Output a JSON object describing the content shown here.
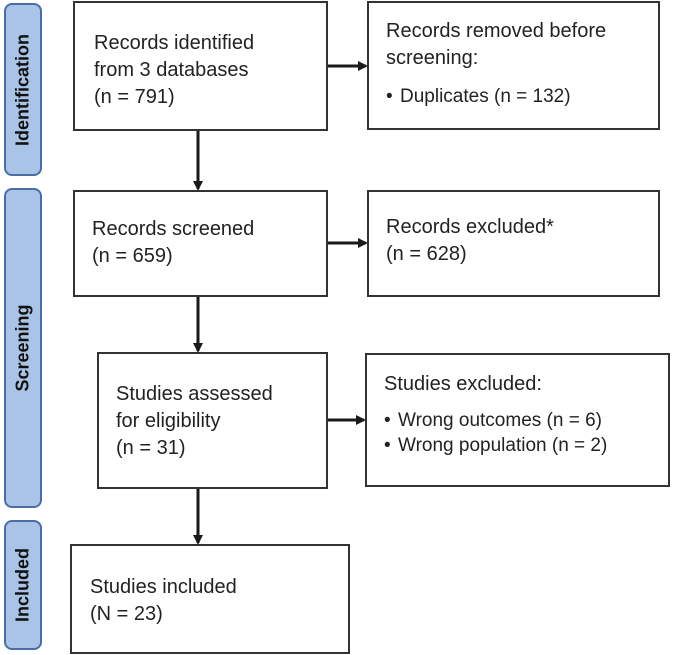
{
  "phases": {
    "identification": "Identification",
    "screening": "Screening",
    "included": "Included"
  },
  "identified": {
    "line1": "Records identified",
    "line2": "from 3 databases",
    "line3": "(n = 791)"
  },
  "removed": {
    "line1": "Records removed before",
    "line2": "screening:",
    "items": [
      "Duplicates (n = 132)"
    ]
  },
  "screened": {
    "line1": "Records screened",
    "line2": "(n = 659)"
  },
  "excluded_records": {
    "line1": "Records excluded*",
    "line2": "(n = 628)"
  },
  "assessed": {
    "line1": "Studies assessed",
    "line2": "for eligibility",
    "line3": "(n = 31)"
  },
  "excluded_studies": {
    "line1": "Studies excluded:",
    "items": [
      "Wrong outcomes (n = 6)",
      "Wrong population (n = 2)"
    ]
  },
  "included": {
    "line1": "Studies included",
    "line2": "(N = 23)"
  },
  "colors": {
    "phase_fill": "#a9c4e6",
    "phase_border": "#4a6ea3",
    "box_border": "#333333",
    "arrow": "#1a1a1a"
  }
}
